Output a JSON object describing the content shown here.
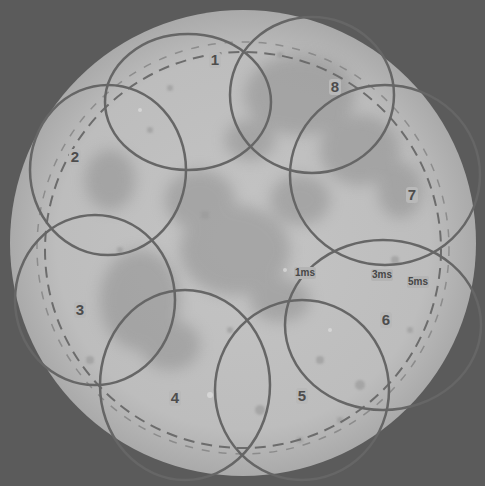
{
  "diagram": {
    "nodes": [
      {
        "text": [
          "1"
        ]
      },
      {
        "text": [
          "2"
        ]
      },
      {
        "text": [
          "3"
        ]
      },
      {
        "text": [
          "4"
        ]
      },
      {
        "text": [
          "5"
        ]
      },
      {
        "text": [
          "6"
        ]
      },
      {
        "text": [
          "7"
        ]
      },
      {
        "text": [
          "8"
        ]
      }
    ],
    "labels": [
      "1ms",
      "3ms",
      "5ms"
    ]
  }
}
